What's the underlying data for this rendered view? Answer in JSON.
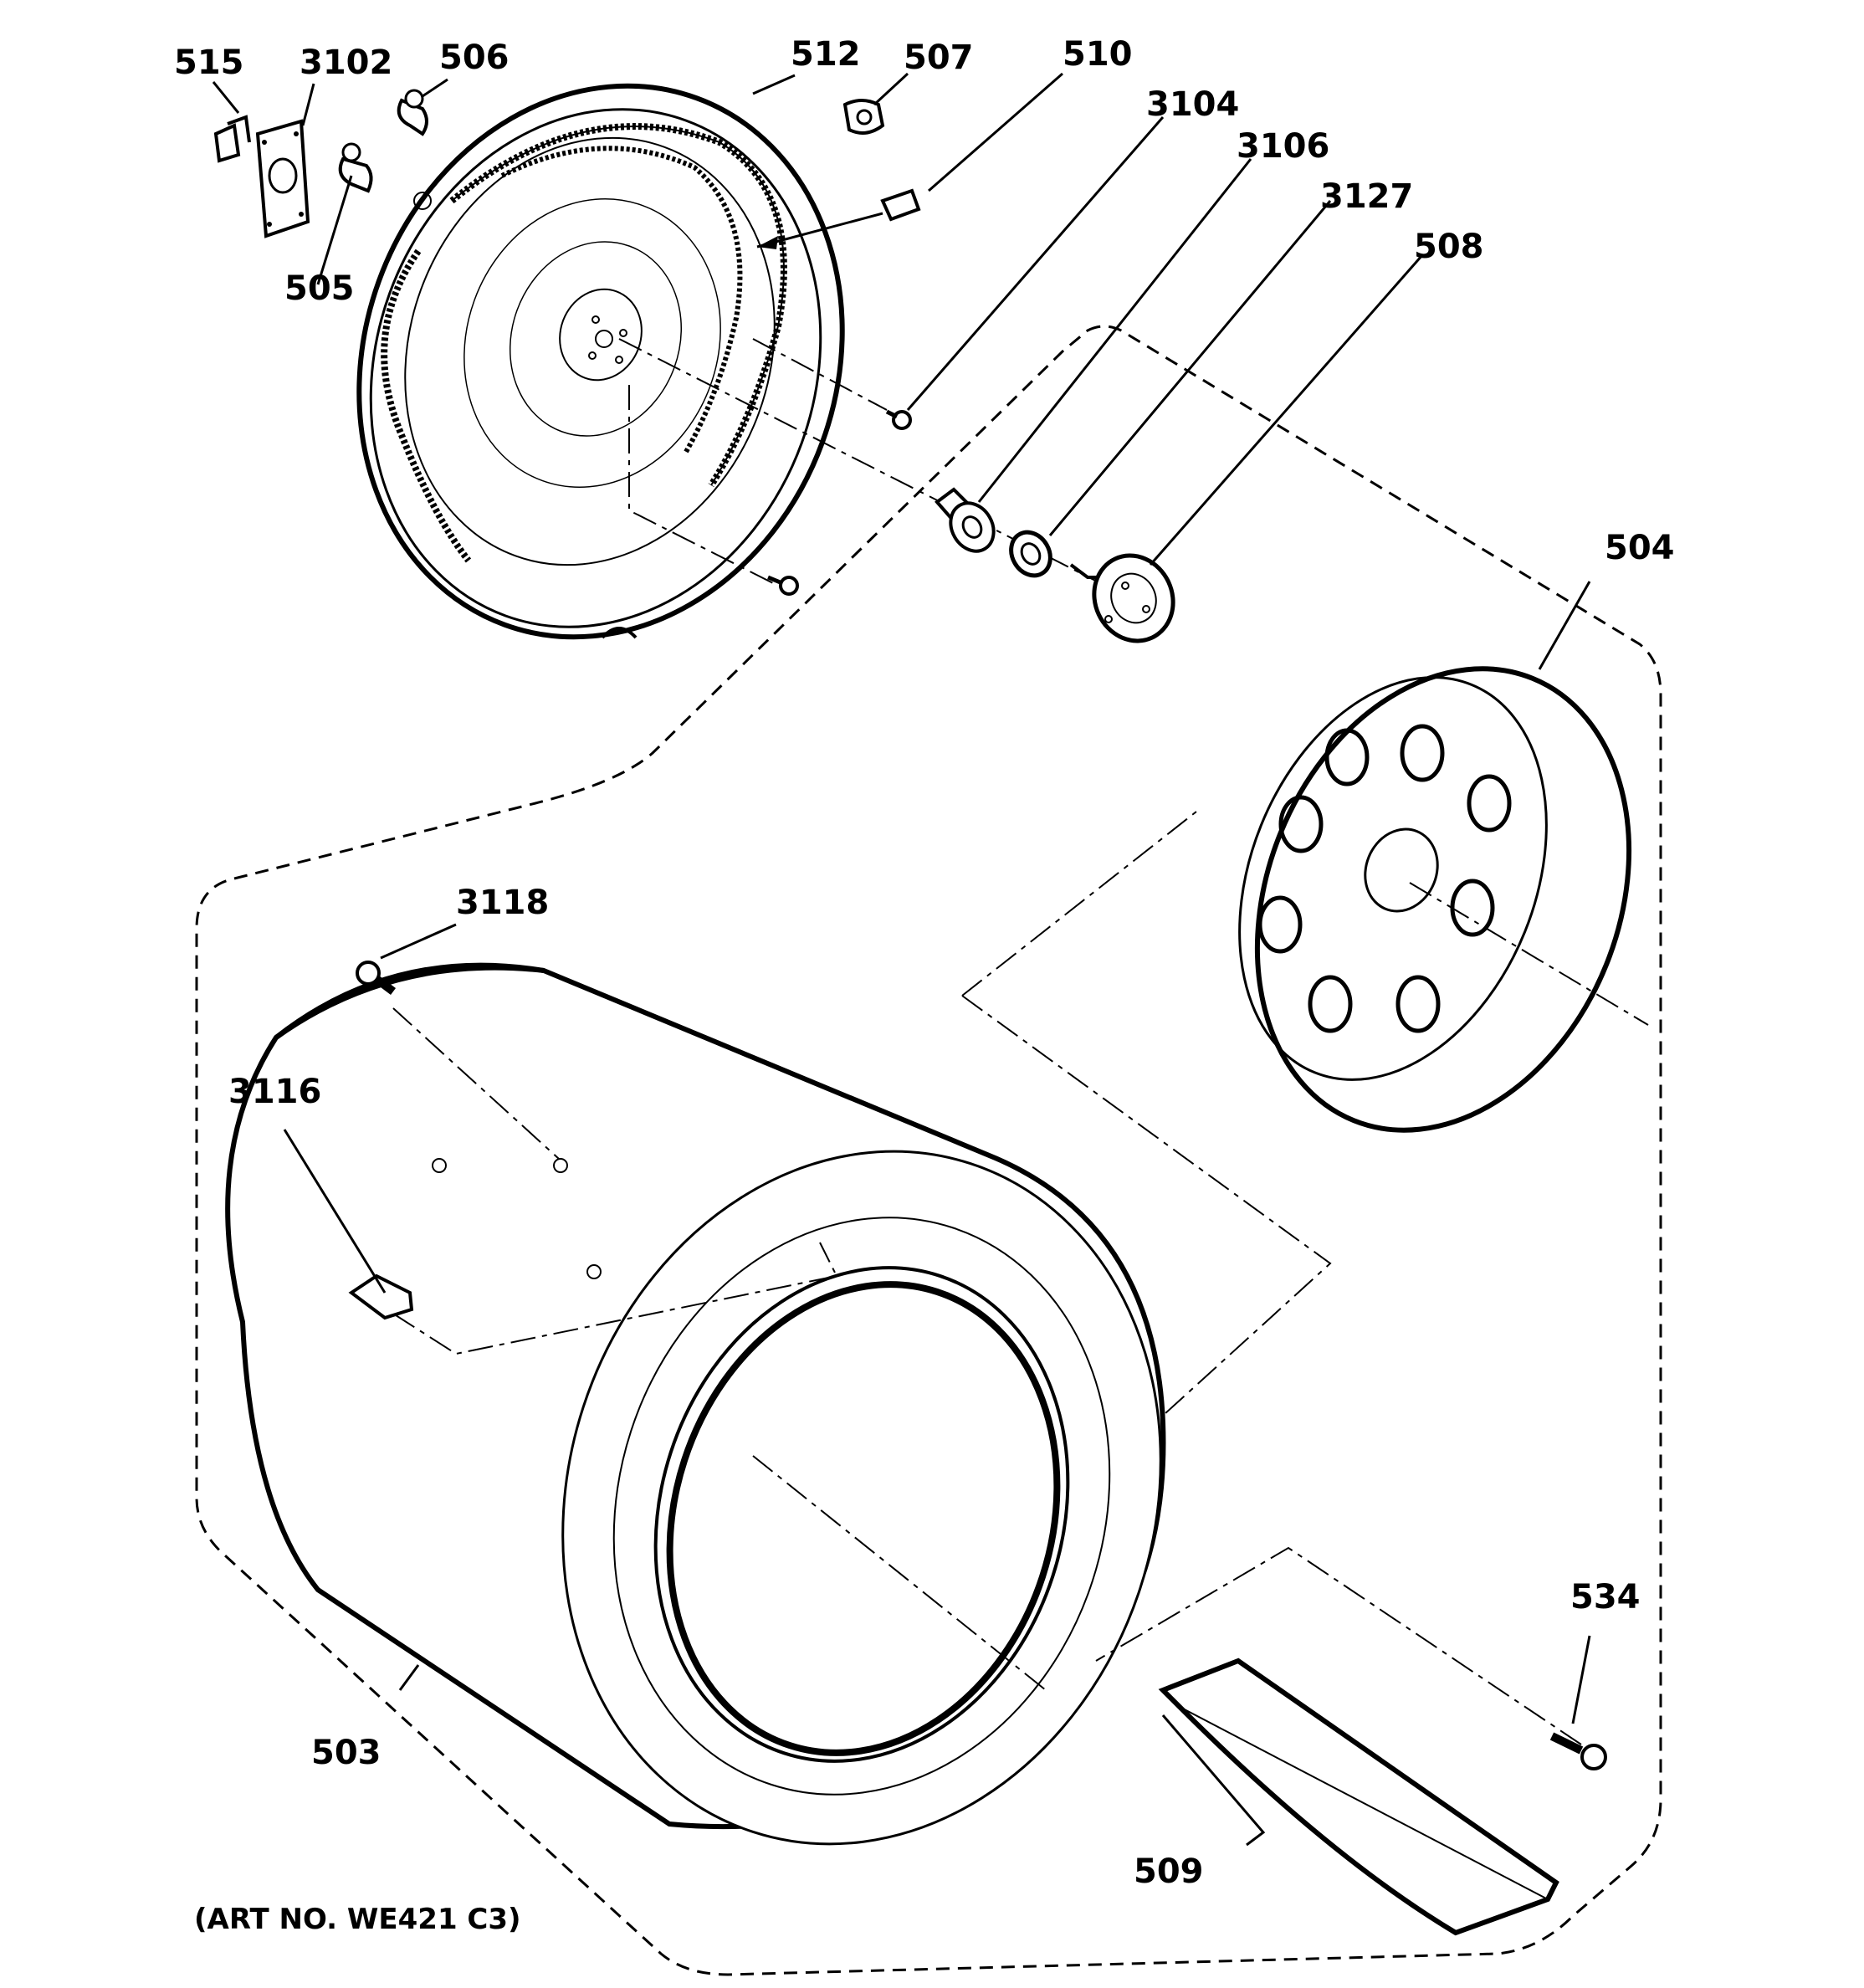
{
  "diagram": {
    "art_number": "(ART NO. WE421 C3)",
    "parts": [
      {
        "id": "515",
        "label": "515"
      },
      {
        "id": "3102",
        "label": "3102"
      },
      {
        "id": "506",
        "label": "506"
      },
      {
        "id": "512",
        "label": "512"
      },
      {
        "id": "507",
        "label": "507"
      },
      {
        "id": "510",
        "label": "510"
      },
      {
        "id": "3104",
        "label": "3104"
      },
      {
        "id": "3106",
        "label": "3106"
      },
      {
        "id": "3127",
        "label": "3127"
      },
      {
        "id": "508",
        "label": "508"
      },
      {
        "id": "505",
        "label": "505"
      },
      {
        "id": "504",
        "label": "504"
      },
      {
        "id": "3118",
        "label": "3118"
      },
      {
        "id": "3116",
        "label": "3116"
      },
      {
        "id": "534",
        "label": "534"
      },
      {
        "id": "503",
        "label": "503"
      },
      {
        "id": "509",
        "label": "509"
      }
    ]
  }
}
